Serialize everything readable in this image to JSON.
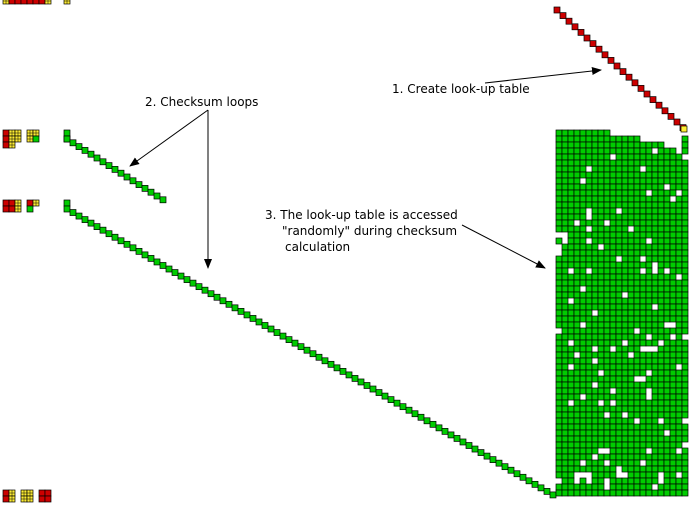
{
  "annotations": {
    "create_table": "1. Create look-up table",
    "checksum_loops": "2. Checksum loops",
    "random_access_line1": "3. The look-up table is accessed",
    "random_access_line2": "\"randomly\" during checksum",
    "random_access_line3": "calculation"
  },
  "colors": {
    "write": "#cc0000",
    "read": "#00cc00",
    "mixed": "#ffee33",
    "cell_stroke": "#000000"
  }
}
